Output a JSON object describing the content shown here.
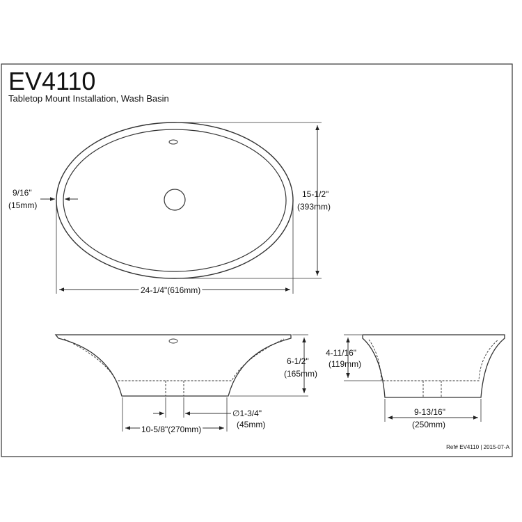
{
  "header": {
    "model": "EV4110",
    "description": "Tabletop Mount Installation, Wash Basin"
  },
  "top_view": {
    "rim_width_in": "9/16\"",
    "rim_width_mm": "(15mm)",
    "depth_in": "15-1/2\"",
    "depth_mm": "(393mm)",
    "length": "24-1/4\"(616mm)"
  },
  "front_view": {
    "height_in": "6-1/2\"",
    "height_mm": "(165mm)",
    "drain_dia_in": "∅1-3/4\"",
    "drain_dia_mm": "(45mm)",
    "base_length": "10-5/8\"(270mm)"
  },
  "side_view": {
    "inner_depth_in": "4-11/16\"",
    "inner_depth_mm": "(119mm)",
    "base_width_in": "9-13/16\"",
    "base_width_mm": "(250mm)"
  },
  "footer": {
    "reference": "Ref# EV4110 | 2015-07-A"
  },
  "colors": {
    "line": "#333333",
    "background": "#ffffff"
  }
}
